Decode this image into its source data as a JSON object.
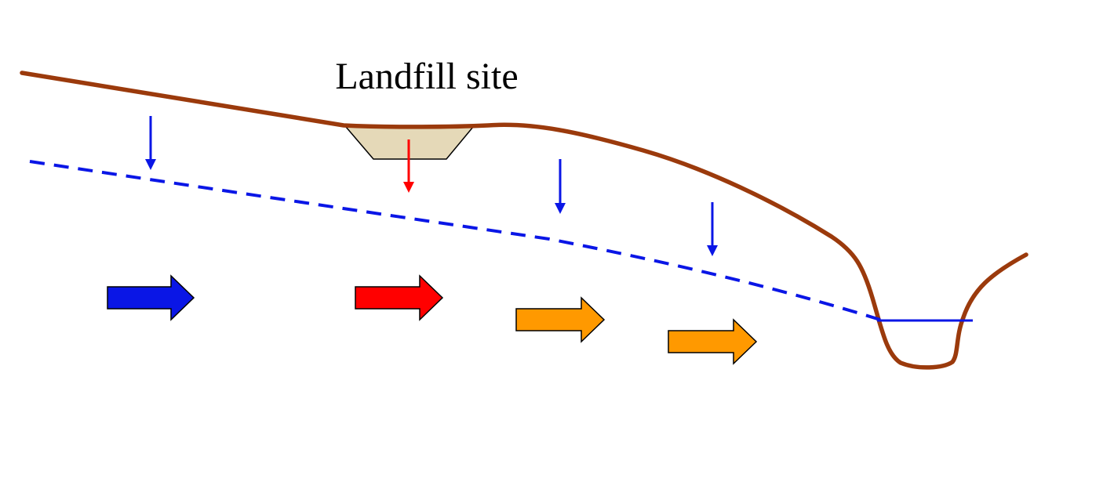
{
  "diagram": {
    "title": "Landfill site",
    "colors": {
      "ground_surface": "#9b3a0c",
      "water_table": "#0a16e6",
      "clean_flow": "#0a16e6",
      "contaminated_flow": "#ff0000",
      "diluted_flow": "#ff9900",
      "landfill_fill": "#e5d9b8",
      "outline": "#000000",
      "background": "#ffffff"
    },
    "elements": {
      "ground_surface": "brown-ground-profile",
      "water_table": "dashed-blue-water-table",
      "stream": "river-channel-with-water-level",
      "landfill": "tan-trapezoid-landfill-pit"
    },
    "recharge_arrows": [
      {
        "type": "clean",
        "icon": "blue-down-arrow"
      },
      {
        "type": "leachate",
        "icon": "red-down-arrow"
      },
      {
        "type": "clean",
        "icon": "blue-down-arrow"
      },
      {
        "type": "clean",
        "icon": "blue-down-arrow"
      }
    ],
    "flow_arrows": [
      {
        "type": "clean",
        "icon": "blue-right-block-arrow"
      },
      {
        "type": "contaminated",
        "icon": "red-right-block-arrow"
      },
      {
        "type": "diluted",
        "icon": "orange-right-block-arrow"
      },
      {
        "type": "diluted",
        "icon": "orange-right-block-arrow"
      }
    ]
  }
}
